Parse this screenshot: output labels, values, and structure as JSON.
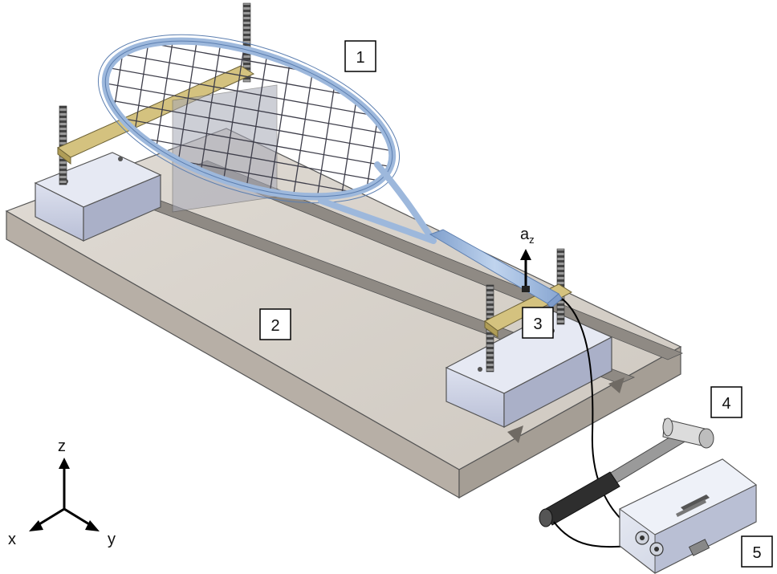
{
  "callouts": {
    "c1": "1",
    "c2": "2",
    "c3": "3",
    "c4": "4",
    "c5": "5"
  },
  "accel_label": {
    "main": "a",
    "sub": "z"
  },
  "axes": {
    "z": "z",
    "x": "x",
    "y": "y"
  },
  "colors": {
    "base_top": "#d8d3cc",
    "base_side": "#bdb6ad",
    "support_block": "#c8cde0",
    "racket_frame": "#9db8dc",
    "clamp": "#cdb97a",
    "daq_box": "#dde2ee"
  }
}
